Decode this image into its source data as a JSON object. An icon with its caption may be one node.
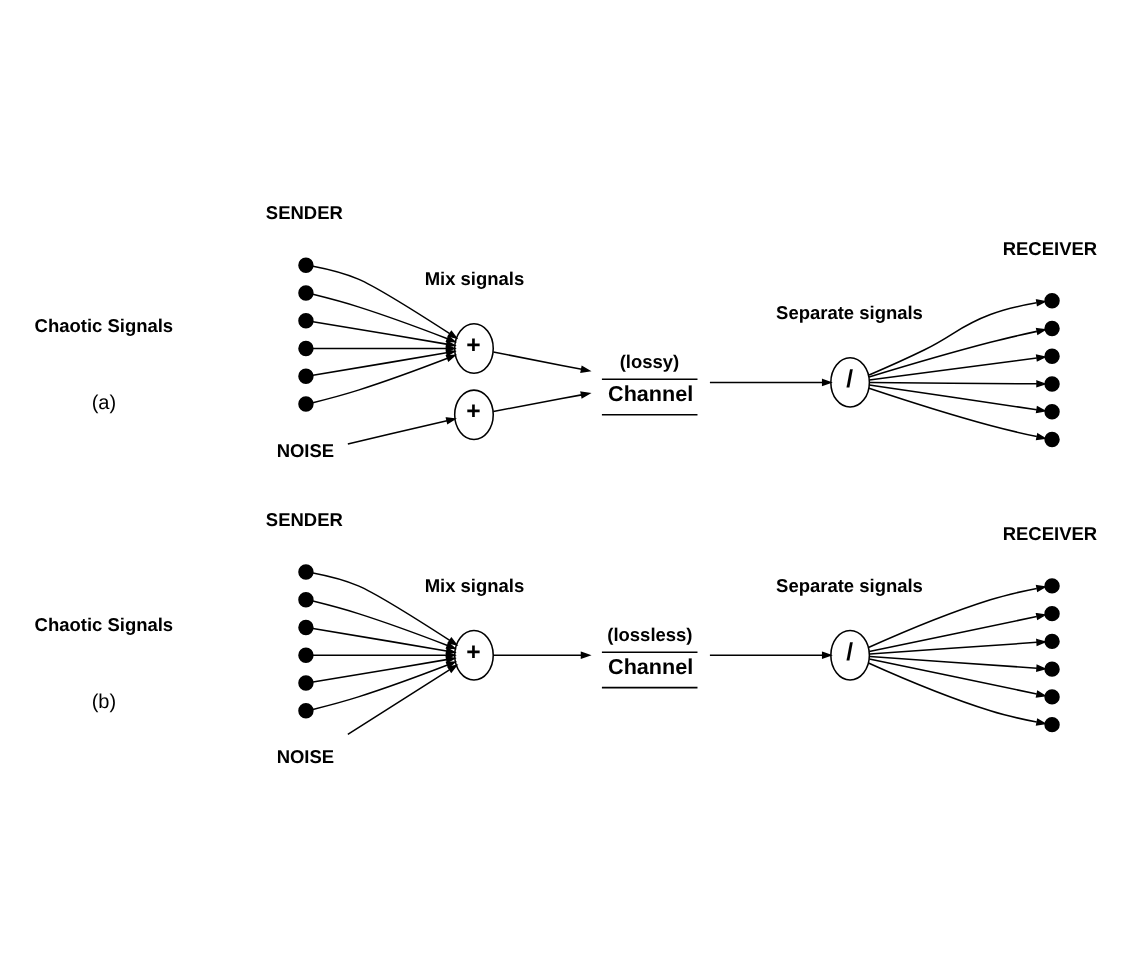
{
  "diagram": {
    "nodes": [
      {
        "text": [],
        "shape": "circle"
      },
      {
        "text": [],
        "shape": "circle"
      },
      {
        "text": [],
        "shape": "circle"
      },
      {
        "text": [],
        "shape": "circle"
      },
      {
        "text": [],
        "shape": "circle"
      },
      {
        "text": [],
        "shape": "circle"
      },
      {
        "text": [
          "+"
        ],
        "beside": [
          "Mix signals"
        ]
      },
      {
        "text": [
          "(lossy)",
          "Channel"
        ]
      },
      {
        "text": [
          "/"
        ],
        "beside": [
          "Separate signals"
        ]
      },
      {
        "text": [],
        "shape": "circle"
      },
      {
        "text": [],
        "shape": "circle"
      },
      {
        "text": [],
        "shape": "circle"
      },
      {
        "text": [],
        "shape": "circle"
      },
      {
        "text": [],
        "shape": "circle"
      },
      {
        "text": [],
        "shape": "circle"
      },
      {
        "text": [
          "+"
        ]
      },
      {
        "text": [
          "NOISE"
        ]
      },
      {
        "text": [],
        "shape": "circle"
      },
      {
        "text": [],
        "shape": "circle"
      },
      {
        "text": [],
        "shape": "circle"
      },
      {
        "text": [],
        "shape": "circle"
      },
      {
        "text": [],
        "shape": "circle"
      },
      {
        "text": [],
        "shape": "circle"
      },
      {
        "text": [
          "+"
        ],
        "beside": [
          "Mix signals"
        ]
      },
      {
        "text": [
          "(lossless)",
          "Channel"
        ]
      },
      {
        "text": [
          "/"
        ],
        "beside": [
          "Separate signals"
        ]
      },
      {
        "text": [],
        "shape": "circle"
      },
      {
        "text": [],
        "shape": "circle"
      },
      {
        "text": [],
        "shape": "circle"
      },
      {
        "text": [],
        "shape": "circle"
      },
      {
        "text": [],
        "shape": "circle"
      },
      {
        "text": [],
        "shape": "circle"
      },
      {
        "text": [
          "NOISE"
        ]
      }
    ],
    "edges": [
      {
        "from": 0,
        "to": 6,
        "arrow": "to"
      },
      {
        "from": 1,
        "to": 6,
        "arrow": "to"
      },
      {
        "from": 2,
        "to": 6,
        "arrow": "to"
      },
      {
        "from": 3,
        "to": 6,
        "arrow": "to"
      },
      {
        "from": 4,
        "to": 6,
        "arrow": "to"
      },
      {
        "from": 5,
        "to": 6,
        "arrow": "to"
      },
      {
        "from": 6,
        "to": 7,
        "arrow": "to"
      },
      {
        "from": 7,
        "to": 8,
        "arrow": "to"
      },
      {
        "from": 8,
        "to": 9,
        "arrow": "to"
      },
      {
        "from": 8,
        "to": 10,
        "arrow": "to"
      },
      {
        "from": 8,
        "to": 11,
        "arrow": "to"
      },
      {
        "from": 8,
        "to": 12,
        "arrow": "to"
      },
      {
        "from": 8,
        "to": 13,
        "arrow": "to"
      },
      {
        "from": 8,
        "to": 14,
        "arrow": "to"
      },
      {
        "from": 16,
        "to": 15,
        "arrow": "to"
      },
      {
        "from": 15,
        "to": 7,
        "arrow": "to"
      },
      {
        "from": 17,
        "to": 23,
        "arrow": "to"
      },
      {
        "from": 18,
        "to": 23,
        "arrow": "to"
      },
      {
        "from": 19,
        "to": 23,
        "arrow": "to"
      },
      {
        "from": 20,
        "to": 23,
        "arrow": "to"
      },
      {
        "from": 21,
        "to": 23,
        "arrow": "to"
      },
      {
        "from": 22,
        "to": 23,
        "arrow": "to"
      },
      {
        "from": 23,
        "to": 24,
        "arrow": "to"
      },
      {
        "from": 24,
        "to": 25,
        "arrow": "to"
      },
      {
        "from": 25,
        "to": 26,
        "arrow": "to"
      },
      {
        "from": 25,
        "to": 27,
        "arrow": "to"
      },
      {
        "from": 25,
        "to": 28,
        "arrow": "to"
      },
      {
        "from": 25,
        "to": 29,
        "arrow": "to"
      },
      {
        "from": 25,
        "to": 30,
        "arrow": "to"
      },
      {
        "from": 25,
        "to": 31,
        "arrow": "to"
      },
      {
        "from": 32,
        "to": 23,
        "arrow": "to"
      }
    ],
    "labels": [
      "SENDER",
      "RECEIVER",
      "Chaotic Signals",
      "(a)",
      "SENDER",
      "RECEIVER",
      "Chaotic Signals",
      "(b)"
    ]
  }
}
